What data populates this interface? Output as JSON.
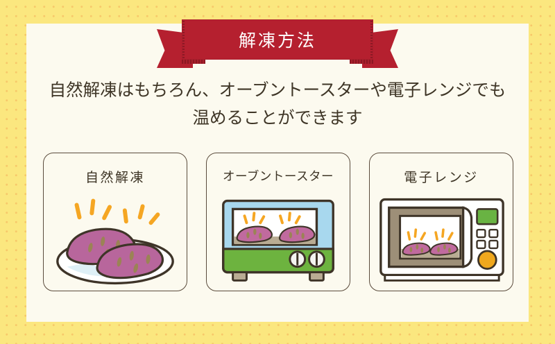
{
  "banner": {
    "title": "解凍方法",
    "ribbon_color": "#b5202f",
    "title_color": "#ffffff"
  },
  "description": {
    "line1": "自然解凍はもちろん、オーブントースターや電子レンジでも",
    "line2": "温めることができます",
    "text_color": "#3e3526"
  },
  "background": {
    "dot_base_color": "#fbe77f",
    "dot_color": "#f7c86a",
    "panel_color": "#fcfaef"
  },
  "cards": [
    {
      "label": "自然解凍",
      "icon": "plate-with-sweet-potatoes-icon",
      "art_colors": {
        "potato": "#b8669c",
        "potato_dark": "#a8568e",
        "plate": "#ffffff",
        "plate_shadow": "#d8ecf4",
        "steam": "#f5a623",
        "outline": "#3e3428",
        "seed": "#9b8355"
      }
    },
    {
      "label": "オーブントースター",
      "icon": "oven-toaster-icon",
      "art_colors": {
        "body": "#a8d8ee",
        "base": "#6db33f",
        "window": "#ffffff",
        "tray": "#b9ac93",
        "potato": "#c06a9e",
        "steam": "#f5a623",
        "outline": "#3e3428"
      }
    },
    {
      "label": "電子レンジ",
      "icon": "microwave-icon",
      "art_colors": {
        "body": "#ffffff",
        "door_frame": "#9d8f78",
        "display": "#69b343",
        "dial": "#f0a81e",
        "window": "#ffffff",
        "potato": "#c06a9e",
        "steam": "#f5a623",
        "outline": "#3e3428"
      }
    }
  ]
}
